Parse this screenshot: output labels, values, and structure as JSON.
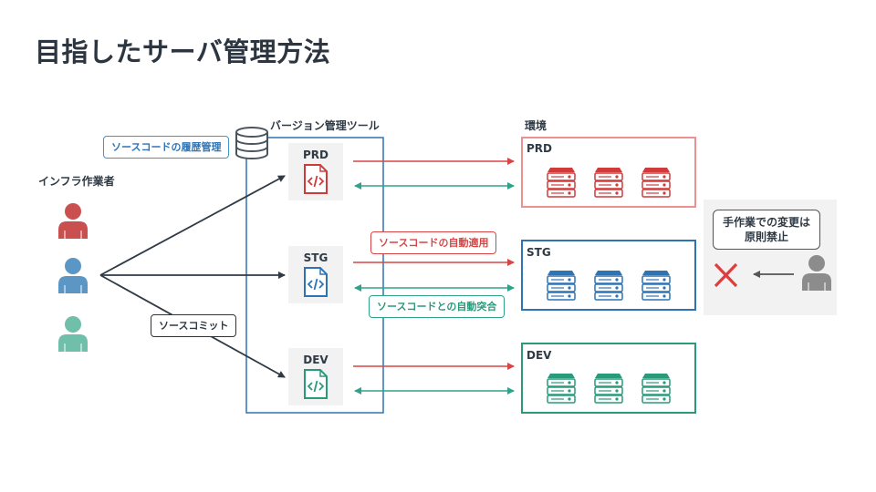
{
  "slide": {
    "title": "目指したサーバ管理方法"
  },
  "labels": {
    "vcs_tool": "バージョン管理ツール",
    "environments": "環境",
    "infra_workers": "インフラ作業者",
    "source_history": "ソースコードの履歴管理",
    "source_commit": "ソースコミット",
    "auto_apply": "ソースコードの自動適用",
    "auto_reconcile": "ソースコードとの自動突合",
    "manual_prohibited_line1": "手作業での変更は",
    "manual_prohibited_line2": "原則禁止"
  },
  "repo_docs": [
    {
      "name": "PRD",
      "color": "#e07a7a",
      "icon_color": "#cf3b3b",
      "icon": "code-file-icon"
    },
    {
      "name": "STG",
      "color": "#2e74b5",
      "icon_color": "#2e74b5",
      "icon": "code-file-icon"
    },
    {
      "name": "DEV",
      "color": "#2a9a7a",
      "icon_color": "#2a9a7a",
      "icon": "code-file-icon"
    }
  ],
  "environments": [
    {
      "name": "PRD",
      "color": "#ec9090",
      "server_color": "#cf3b3b",
      "servers": 3
    },
    {
      "name": "STG",
      "color": "#2e74b5",
      "server_color": "#2e74b5",
      "servers": 3
    },
    {
      "name": "DEV",
      "color": "#2a9a7a",
      "server_color": "#2a9a7a",
      "servers": 3
    }
  ],
  "workers": [
    {
      "icon": "person-icon",
      "color": "#c9504f"
    },
    {
      "icon": "person-icon",
      "color": "#5b96c5"
    },
    {
      "icon": "person-icon",
      "color": "#6fbfaa"
    }
  ],
  "colors": {
    "apply_arrow": "#d94545",
    "reconcile_arrow": "#2fa38a",
    "commit_arrow": "#2f3a45",
    "vcs_border": "#2e74b5",
    "prohibit_x": "#e03c3c",
    "prohibit_panel": "#f2f2f2",
    "manual_person": "#8c8c8c"
  }
}
